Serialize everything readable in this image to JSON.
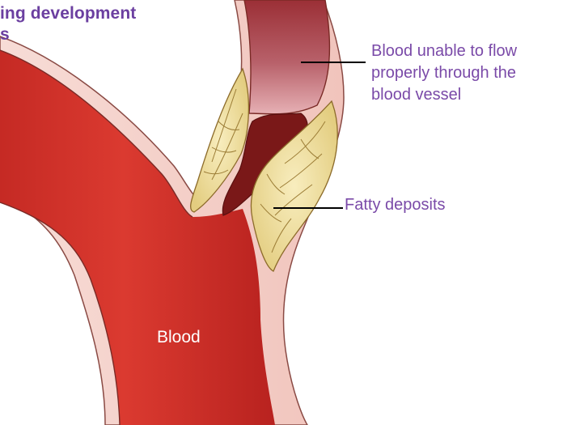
{
  "title": {
    "line1": "ing development",
    "line2": "s"
  },
  "labels": {
    "blood_flow": {
      "line1": "Blood unable to flow",
      "line2": "properly through the",
      "line3": "blood vessel"
    },
    "fatty_deposits": "Fatty deposits",
    "blood": "Blood"
  },
  "colors": {
    "title_text": "#6b3fa0",
    "label_text": "#7a4aa8",
    "blood": "#d2332b",
    "blood_dark": "#a81e1e",
    "vessel_wall": "#f4cfc8",
    "fatty_deposit": "#efdf9e",
    "clot": "#7a1818"
  }
}
